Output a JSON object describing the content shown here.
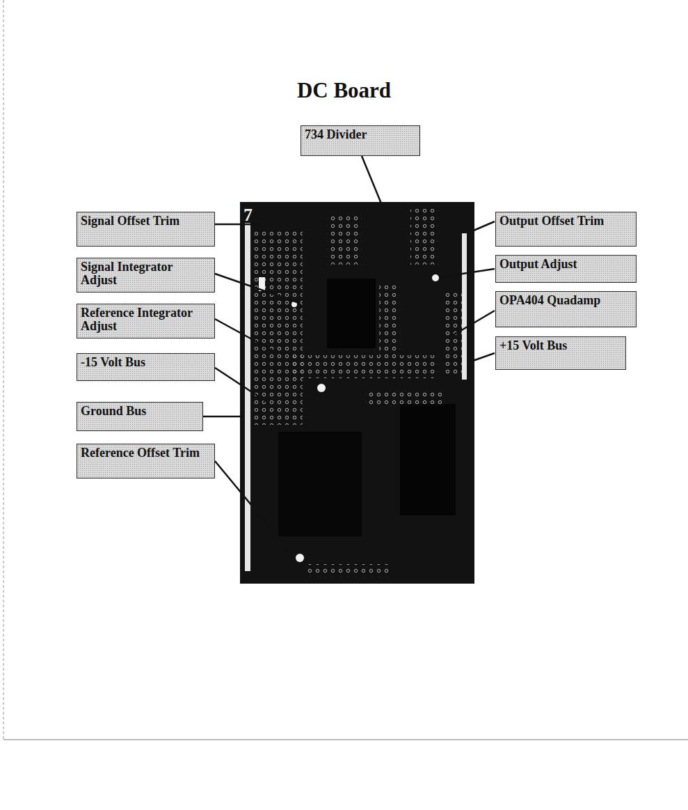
{
  "diagram": {
    "title": "DC Board",
    "nodes": [
      {
        "text": [
          "734 Divider"
        ]
      },
      {
        "text": [
          "Signal Offset Trim"
        ]
      },
      {
        "text": [
          "Signal Integrator Adjust"
        ]
      },
      {
        "text": [
          "Reference Integrator Adjust"
        ]
      },
      {
        "text": [
          "-15 Volt Bus"
        ]
      },
      {
        "text": [
          "Ground Bus"
        ]
      },
      {
        "text": [
          "Reference Offset Trim"
        ]
      },
      {
        "text": [
          "Output Offset Trim"
        ]
      },
      {
        "text": [
          "Output Adjust"
        ]
      },
      {
        "text": [
          "OPA404 Quadamp"
        ]
      },
      {
        "text": [
          "+15 Volt Bus"
        ]
      }
    ],
    "labels": [
      "7"
    ]
  }
}
